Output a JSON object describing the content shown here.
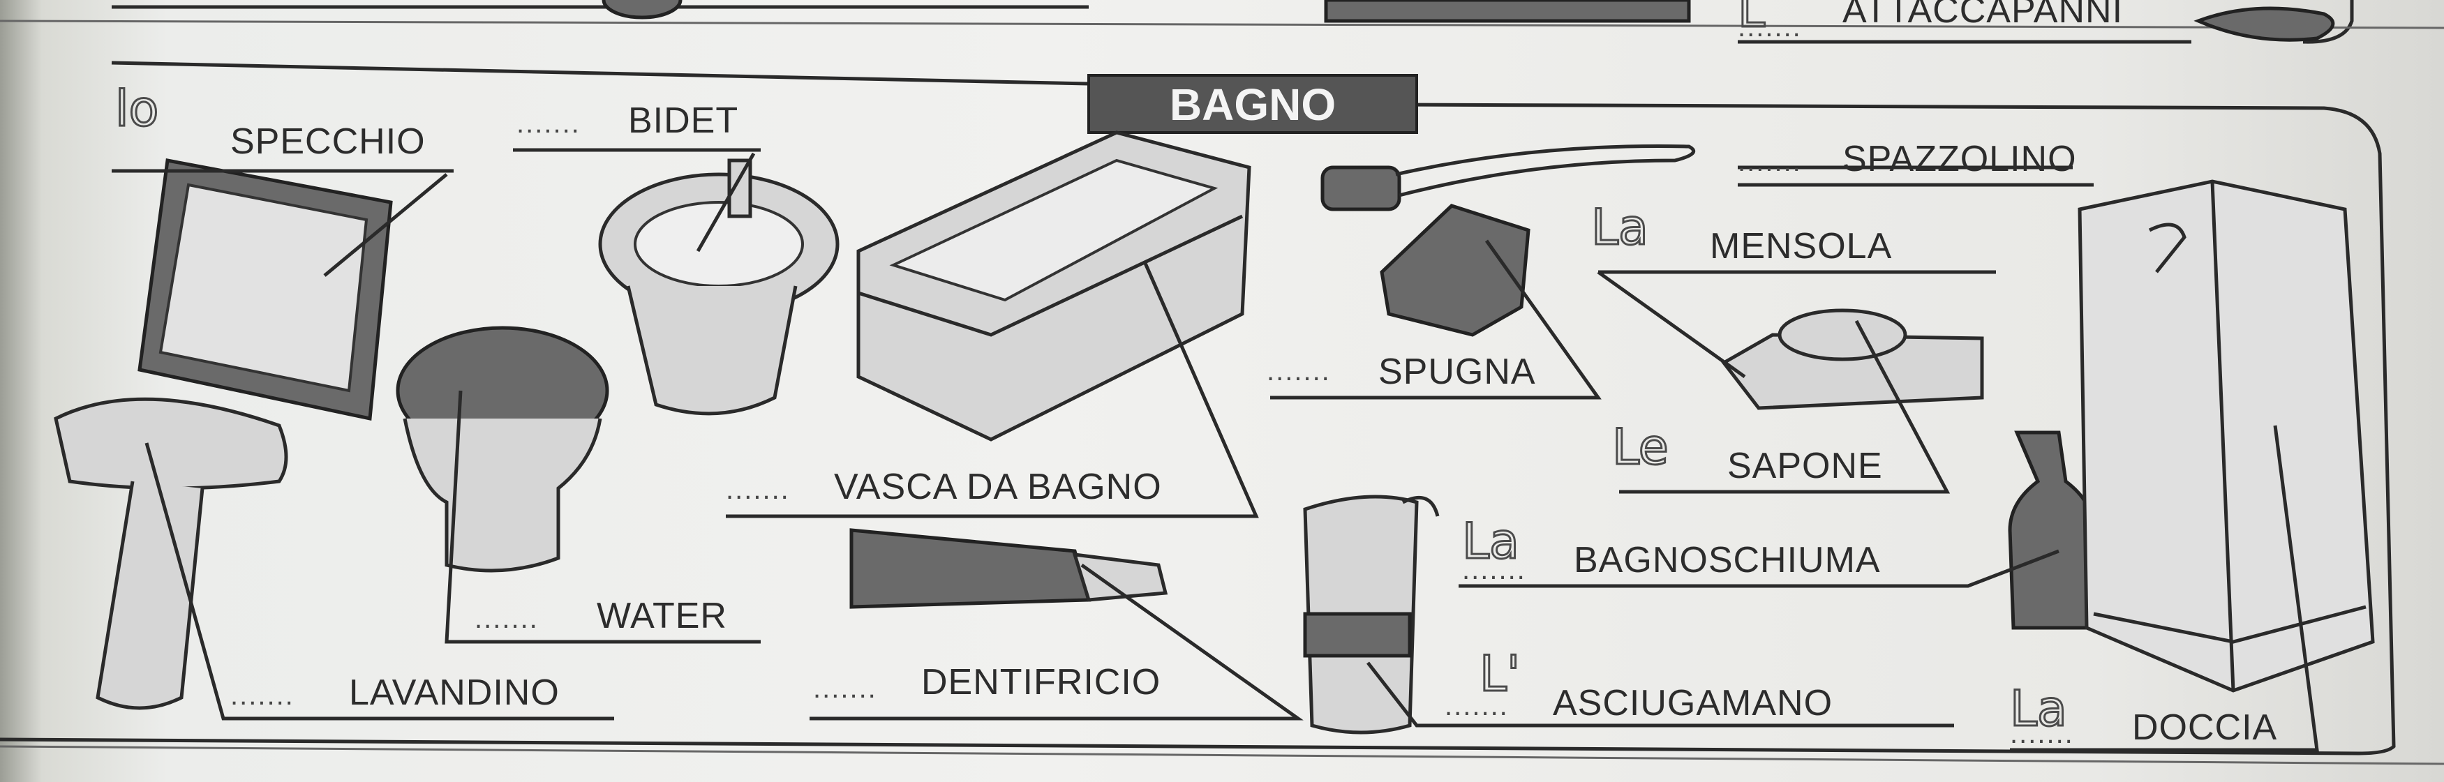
{
  "section_title": "BAGNO",
  "top_row": {
    "hand_article": "L",
    "dots": ".......",
    "label": "ATTACCAPANNI"
  },
  "items": [
    {
      "key": "specchio",
      "article": "lo",
      "dots": "",
      "label": "SPECCHIO"
    },
    {
      "key": "bidet",
      "article": "",
      "dots": ".......",
      "label": "BIDET"
    },
    {
      "key": "spazzolino",
      "article": "",
      "dots": ".......",
      "label": "SPAZZOLINO"
    },
    {
      "key": "mensola",
      "article": "La",
      "dots": "",
      "label": "MENSOLA"
    },
    {
      "key": "spugna",
      "article": "",
      "dots": ".......",
      "label": "SPUGNA"
    },
    {
      "key": "sapone",
      "article": "Le",
      "dots": "",
      "label": "SAPONE"
    },
    {
      "key": "vasca",
      "article": "",
      "dots": ".......",
      "label": "VASCA DA BAGNO"
    },
    {
      "key": "bagnoschiuma",
      "article": "La",
      "dots": ".......",
      "label": "BAGNOSCHIUMA"
    },
    {
      "key": "water",
      "article": "",
      "dots": ".......",
      "label": "WATER"
    },
    {
      "key": "lavandino",
      "article": "",
      "dots": ".......",
      "label": "LAVANDINO"
    },
    {
      "key": "dentifricio",
      "article": "",
      "dots": ".......",
      "label": "DENTIFRICIO"
    },
    {
      "key": "asciugamano",
      "article": "L'",
      "dots": ".......",
      "label": "ASCIUGAMANO"
    },
    {
      "key": "doccia",
      "article": "La",
      "dots": ".......",
      "label": "DOCCIA"
    }
  ]
}
